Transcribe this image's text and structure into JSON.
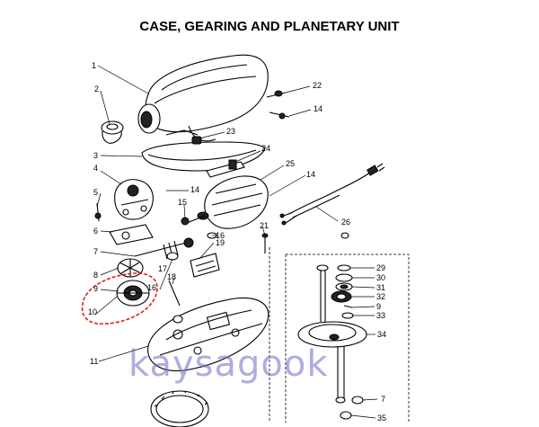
{
  "title": "CASE, GEARING AND PLANETARY UNIT",
  "watermark": "kaysagook",
  "colors": {
    "line": "#000000",
    "highlight": "#e0201a",
    "watermark": "#6b6bc8"
  },
  "callouts": {
    "c1": "1",
    "c2": "2",
    "c3": "3",
    "c4": "4",
    "c5": "5",
    "c6": "6",
    "c7": "7",
    "c8": "8",
    "c9": "9",
    "c10": "10",
    "c11": "11",
    "c14a": "14",
    "c14b": "14",
    "c14c": "14",
    "c15": "15",
    "c16a": "16",
    "c16b": "16",
    "c17": "17",
    "c18": "18",
    "c19": "19",
    "c21": "21",
    "c22": "22",
    "c23": "23",
    "c24": "24",
    "c25": "25",
    "c26": "26",
    "c29": "29",
    "c30": "30",
    "c31": "31",
    "c32": "32",
    "c9b": "9",
    "c33": "33",
    "c34": "34",
    "c7b": "7",
    "c35": "35"
  }
}
